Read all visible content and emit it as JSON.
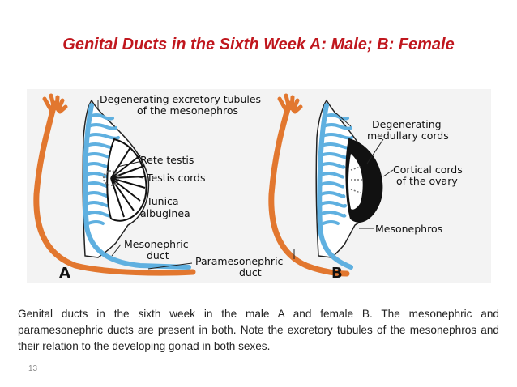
{
  "slide": {
    "title": "Genital Ducts in the Sixth Week A: Male; B: Female",
    "caption": "Genital ducts in the sixth week in the male A and female B. The mesonephric and paramesonephric ducts are present in both. Note the excretory tubules of the mesonephros and their relation to the developing gonad in both sexes.",
    "page_number": "13"
  },
  "figure": {
    "panel_a_letter": "A",
    "panel_b_letter": "B",
    "labels": {
      "degenerating_tubules_1": "Degenerating excretory tubules",
      "degenerating_tubules_2": "of the mesonephros",
      "rete_testis": "Rete testis",
      "testis_cords": "Testis cords",
      "tunica_1": "Tunica",
      "tunica_2": "albuginea",
      "mesonephric_1": "Mesonephric",
      "mesonephric_2": "duct",
      "paramesonephric_1": "Paramesonephric",
      "paramesonephric_2": "duct",
      "medullary_1": "Degenerating",
      "medullary_2": "medullary cords",
      "cortical_1": "Cortical cords",
      "cortical_2": "of the ovary",
      "mesonephros": "Mesonephros"
    },
    "colors": {
      "paramesonephric_duct": "#e2772f",
      "mesonephric_structures": "#5fb0e0",
      "gonad": "#111111",
      "background": "#f3f3f3"
    }
  }
}
